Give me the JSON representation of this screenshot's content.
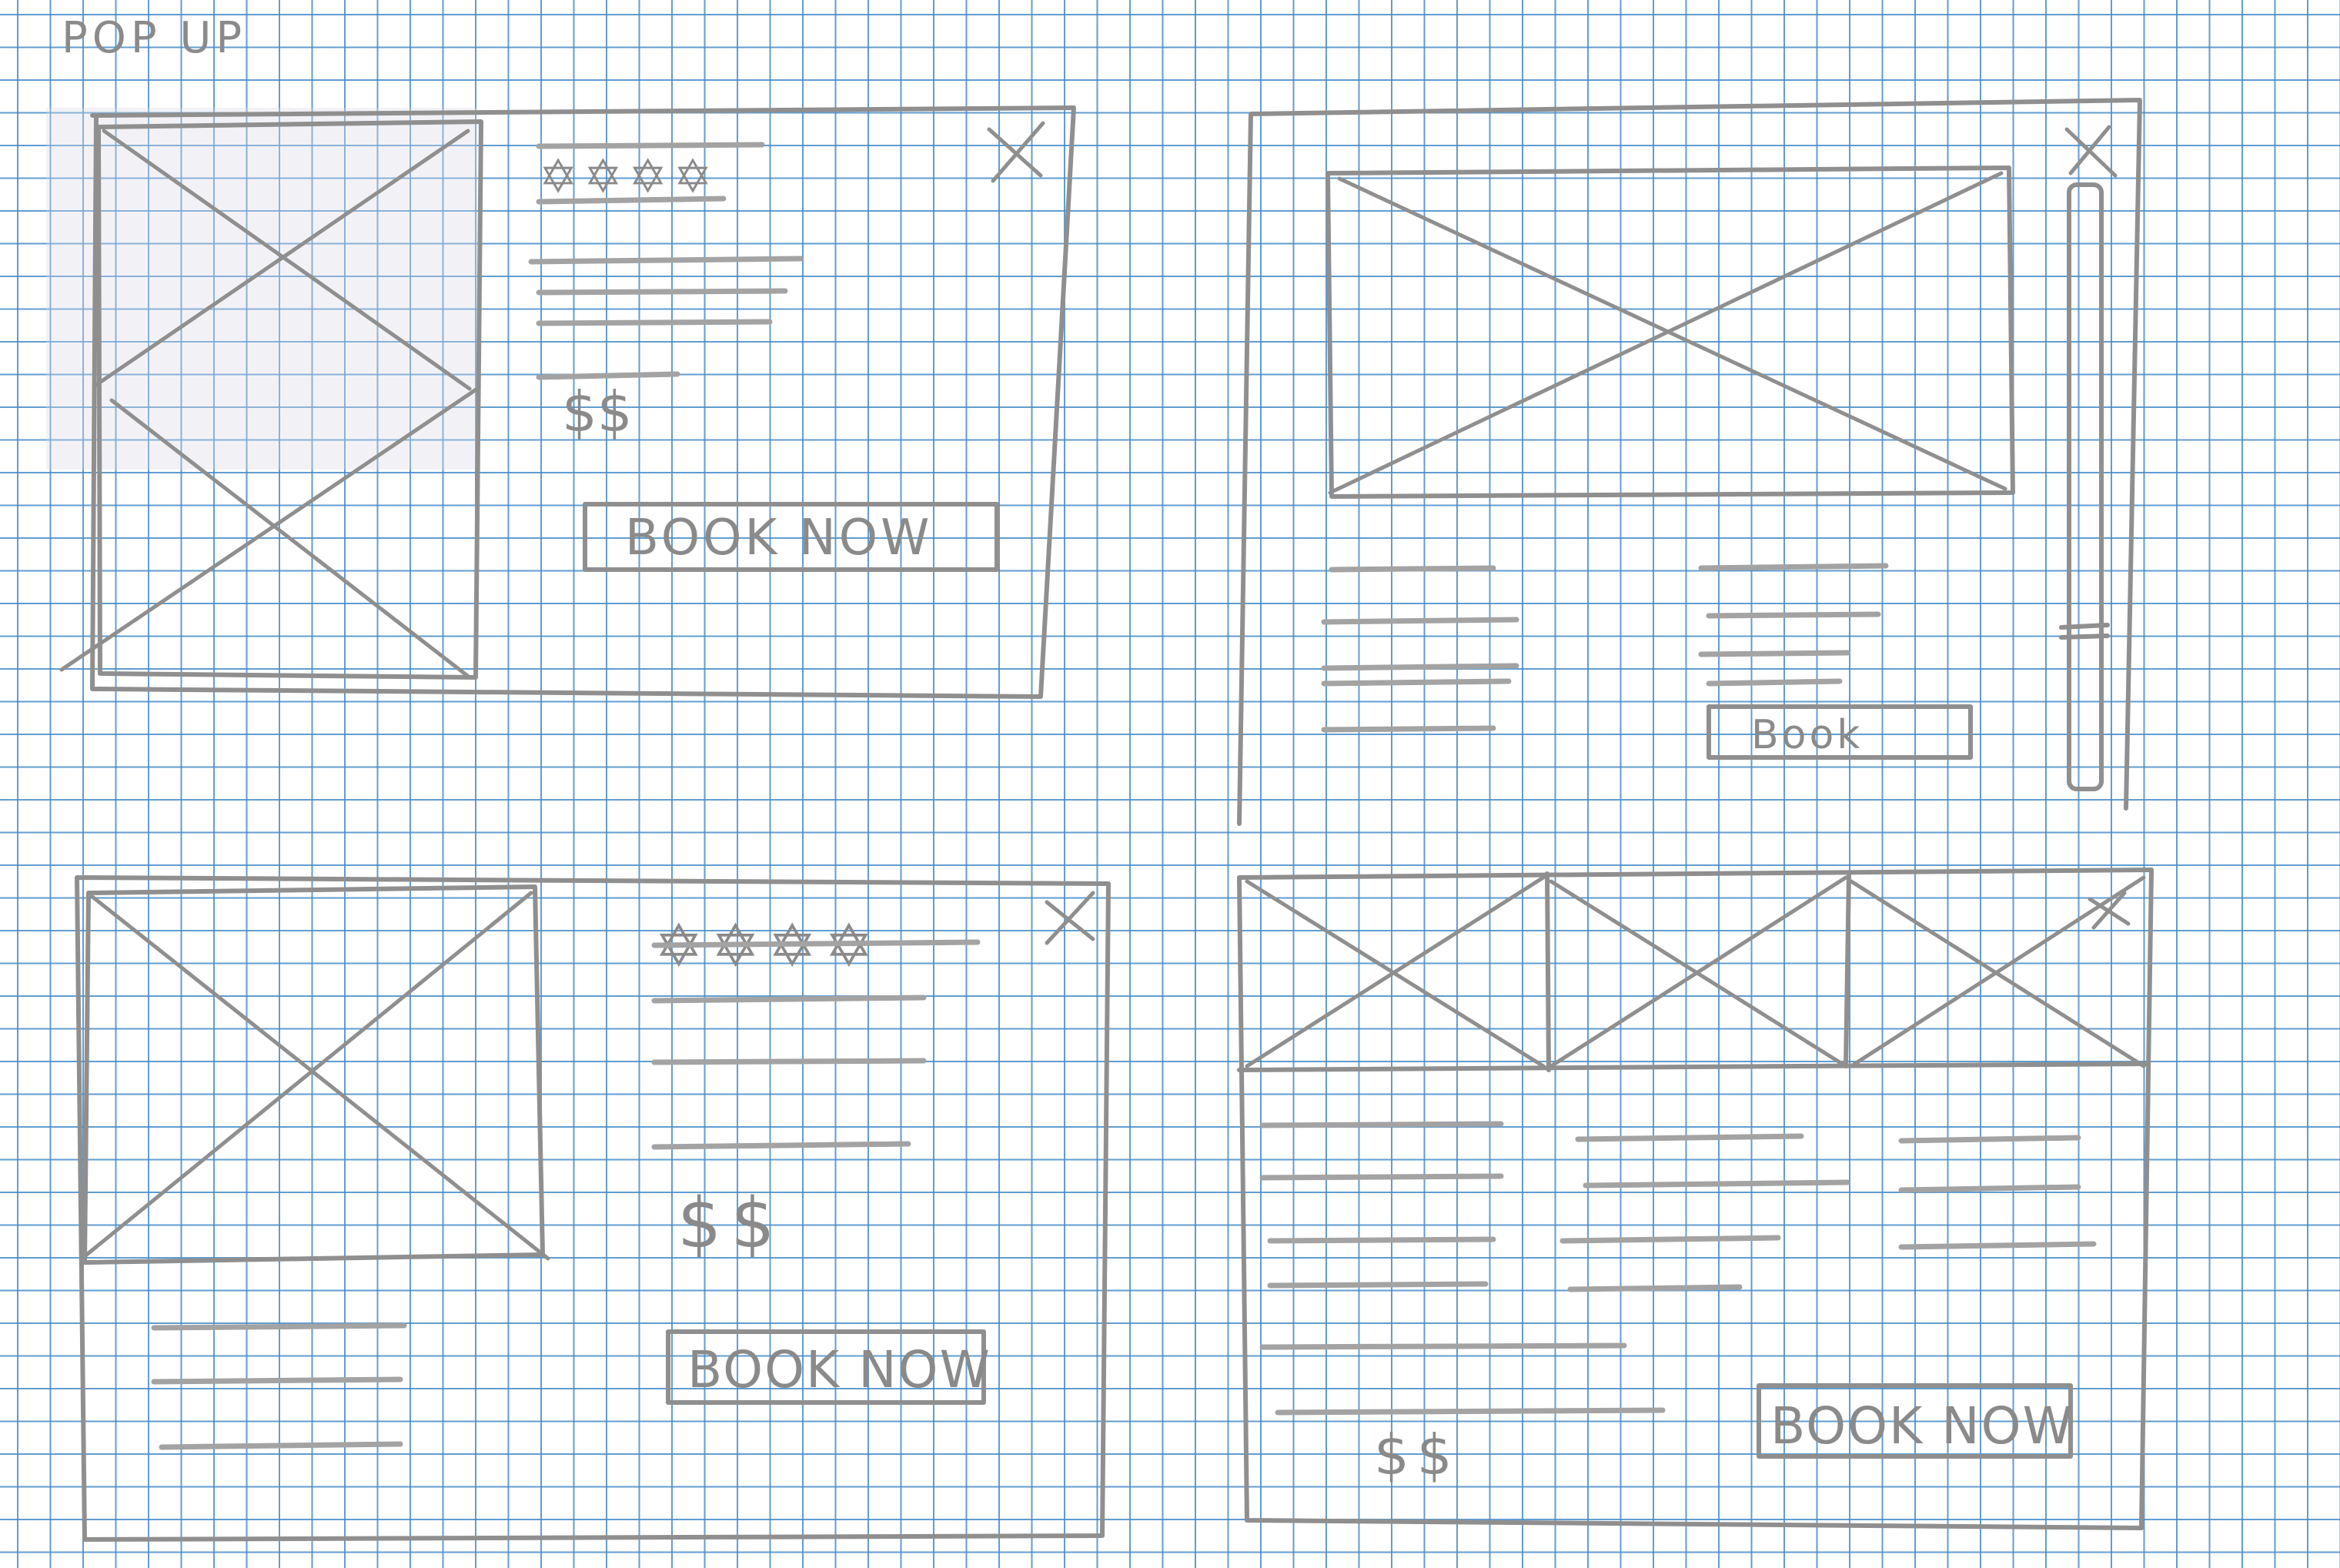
{
  "page": {
    "title": "POP UP"
  },
  "wireframes": [
    {
      "id": "popup-1",
      "close_label": "X",
      "rating_stars": 4,
      "price": "$$",
      "cta": "BOOK NOW"
    },
    {
      "id": "popup-2",
      "close_label": "X",
      "cta": "Book"
    },
    {
      "id": "popup-3",
      "close_label": "X",
      "rating_stars": 4,
      "price": "$$",
      "cta": "BOOK NOW"
    },
    {
      "id": "popup-4",
      "close_label": "X",
      "price": "$$",
      "cta": "BOOK NOW"
    }
  ],
  "colors": {
    "grid": "#468cc8",
    "pencil": "#8f8f8f",
    "paper": "#ffffff"
  }
}
